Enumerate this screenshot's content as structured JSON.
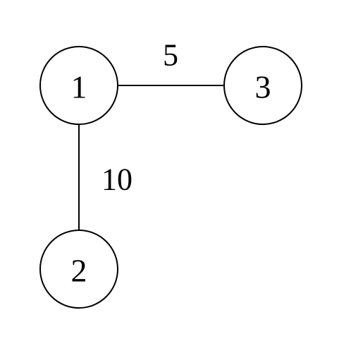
{
  "graph": {
    "nodes": [
      {
        "id": "1",
        "label": "1"
      },
      {
        "id": "2",
        "label": "2"
      },
      {
        "id": "3",
        "label": "3"
      }
    ],
    "edges": [
      {
        "from": "1",
        "to": "3",
        "label": "5"
      },
      {
        "from": "1",
        "to": "2",
        "label": "10"
      }
    ],
    "colors": {
      "stroke": "#000000",
      "fill": "#ffffff"
    }
  }
}
